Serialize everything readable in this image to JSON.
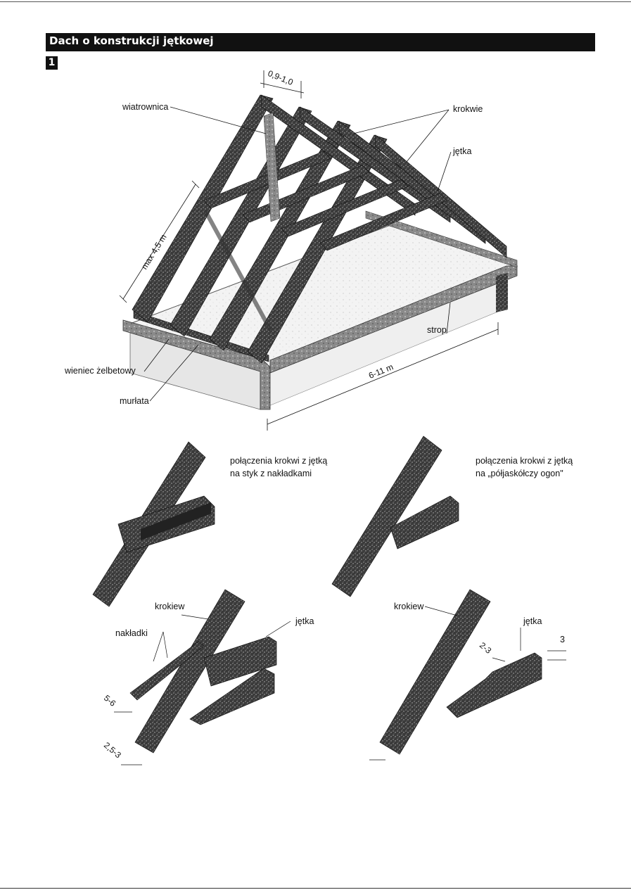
{
  "header": {
    "title": "Dach o konstrukcji jętkowej",
    "figure_number": "1"
  },
  "main_figure": {
    "labels": {
      "wiatrownica": "wiatrownica",
      "krokwie": "krokwie",
      "jetka": "jętka",
      "spacing": "0,9-1,0",
      "max_length": "max 4,5 m",
      "strop": "strop",
      "span": "6-11 m",
      "wieniec": "wieniec żelbetowy",
      "murlata": "murłata"
    }
  },
  "detail_left": {
    "caption_line1": "połączenia krokwi z jętką",
    "caption_line2": "na styk z nakładkami",
    "labels": {
      "krokiew": "krokiew",
      "jetka": "jętka",
      "naklad": "nakładki",
      "dim1": "5-6",
      "dim2": "2,5-3"
    }
  },
  "detail_right": {
    "caption_line1": "połączenia krokwi z jętką",
    "caption_line2": "na „półjaskółczy ogon\"",
    "labels": {
      "krokiew": "krokiew",
      "jetka": "jętka",
      "dim1": "2-3",
      "dim2": "3"
    }
  }
}
